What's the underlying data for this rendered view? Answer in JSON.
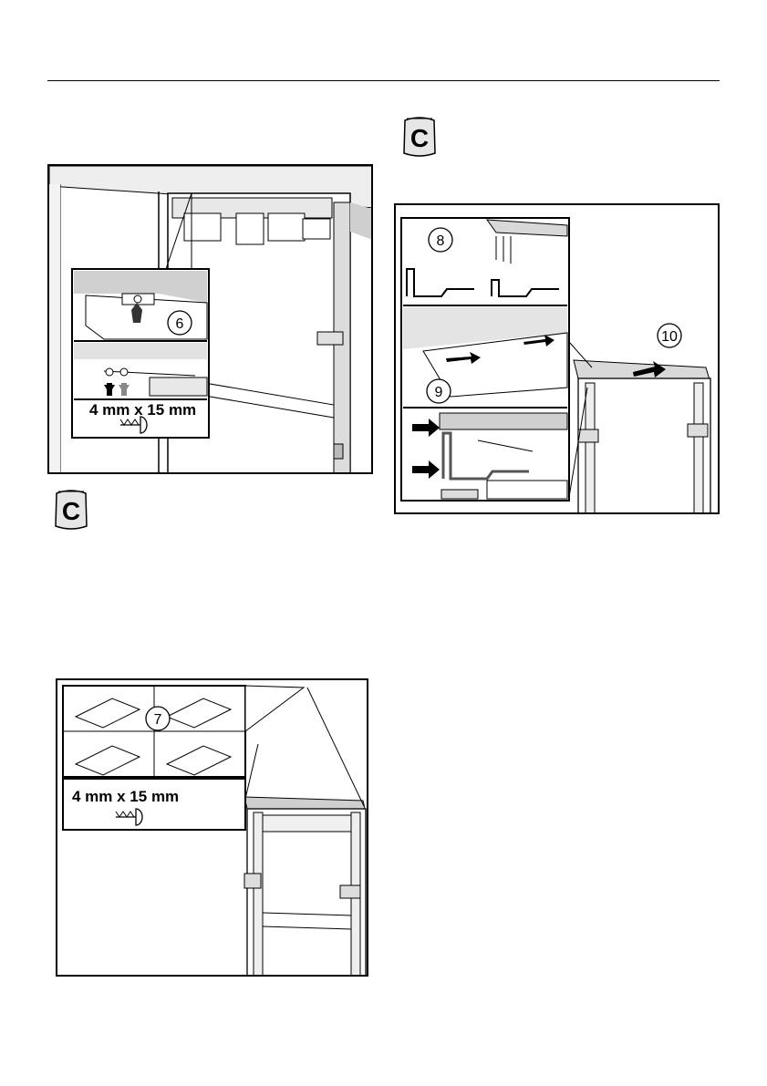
{
  "figure1": {
    "step": "6",
    "screw_spec": "4 mm x 15 mm"
  },
  "figure2": {
    "step": "7",
    "screw_spec": "4 mm x 15 mm"
  },
  "figure3": {
    "step_a": "8",
    "step_b": "9",
    "step_c": "10"
  },
  "bag_letter": "C"
}
